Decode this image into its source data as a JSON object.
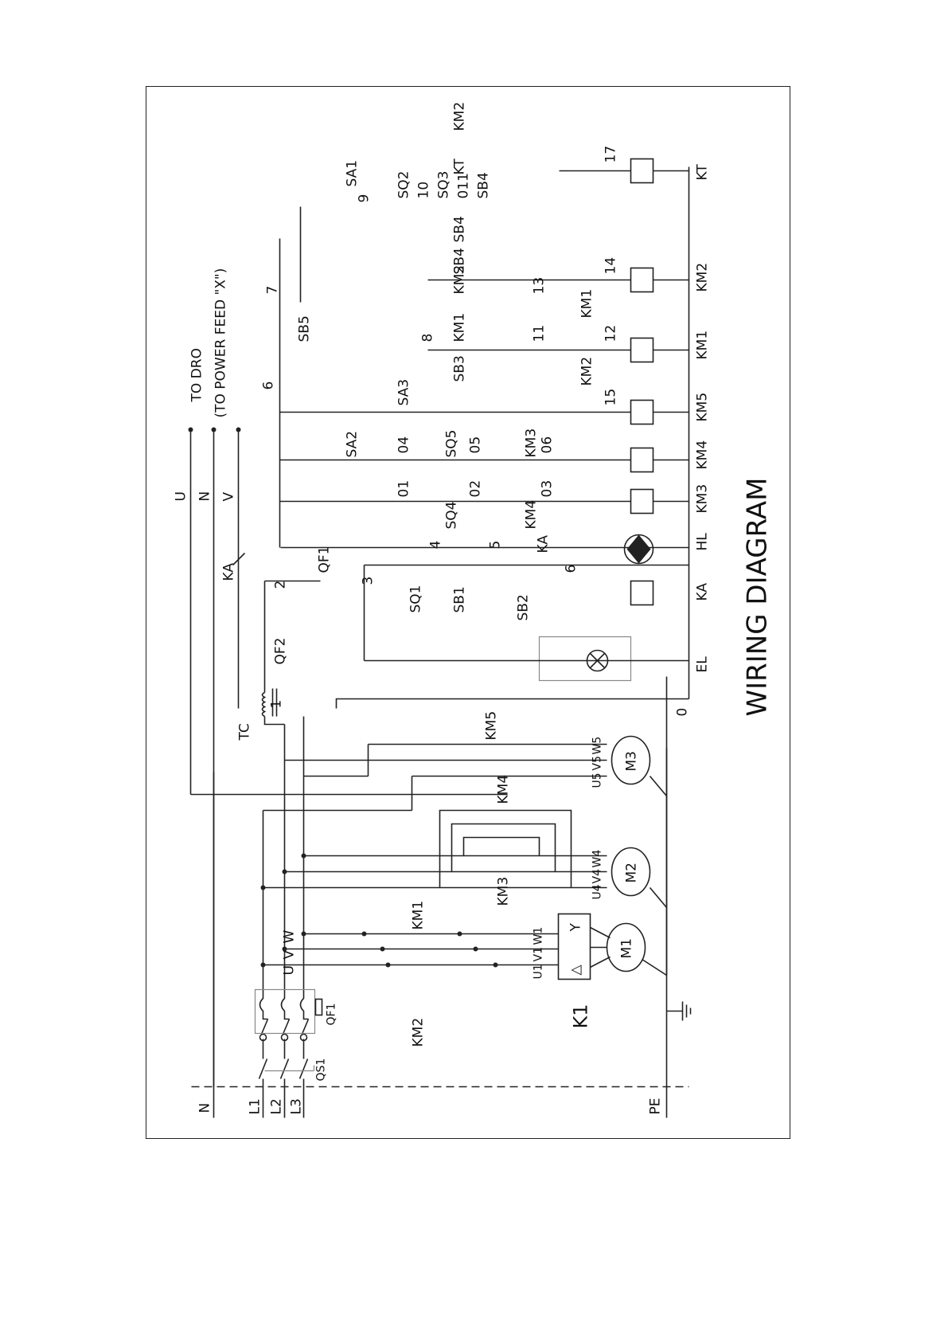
{
  "title": "WIRING DIAGRAM",
  "supply": {
    "n": "N",
    "l1": "L1",
    "l2": "L2",
    "l3": "L3",
    "pe": "PE"
  },
  "outputs": {
    "u": "U",
    "n": "N",
    "v": "V",
    "to_dro": "TO DRO",
    "to_feed": "(TO POWER FEED \"X\")",
    "ka_contact": "KA"
  },
  "power": {
    "qs1": "QS1",
    "qf1": "QF1",
    "km1": "KM1",
    "km2": "KM2",
    "km3": "KM3",
    "km4": "KM4",
    "km5": "KM5",
    "k1": "K1",
    "m1": "M1",
    "m2": "M2",
    "m3": "M3",
    "tc": "TC",
    "u": "U",
    "v": "V",
    "w": "W",
    "u1": "U1",
    "v1": "V1",
    "w1": "W1",
    "u4": "U4",
    "v4": "V4",
    "w4": "W4",
    "u5": "U5",
    "v5": "V5",
    "w5": "W5",
    "delta": "△",
    "star": "Y"
  },
  "control": {
    "qf2": "QF2",
    "qf1": "QF1",
    "sq1": "SQ1",
    "sb1": "SB1",
    "sb2": "SB2",
    "ka": "KA",
    "sb5": "SB5",
    "sa1": "SA1",
    "sa2": "SA2",
    "sa3": "SA3",
    "sq2": "SQ2",
    "sq3": "SQ3",
    "sq4": "SQ4",
    "sq5": "SQ5",
    "sb3": "SB3",
    "sb4": "SB4",
    "kt": "KT",
    "km1": "KM1",
    "km2": "KM2",
    "km3": "KM3",
    "km4": "KM4",
    "nodes": {
      "n0": "0",
      "n1": "1",
      "n2": "2",
      "n3": "3",
      "n4": "4",
      "n5": "5",
      "n6": "6",
      "n6b": "6",
      "n7": "7",
      "n8": "8",
      "n9": "9",
      "n10": "10",
      "n11": "11",
      "n12": "12",
      "n13": "13",
      "n14": "14",
      "n15": "15",
      "n17": "17",
      "n01": "01",
      "n02": "02",
      "n03": "03",
      "n04": "04",
      "n05": "05",
      "n06": "06",
      "n011": "011"
    },
    "coils": {
      "el": "EL",
      "ka": "KA",
      "hl": "HL",
      "km3": "KM3",
      "km4": "KM4",
      "km5": "KM5",
      "km1": "KM1",
      "km2": "KM2",
      "kt": "KT"
    }
  }
}
